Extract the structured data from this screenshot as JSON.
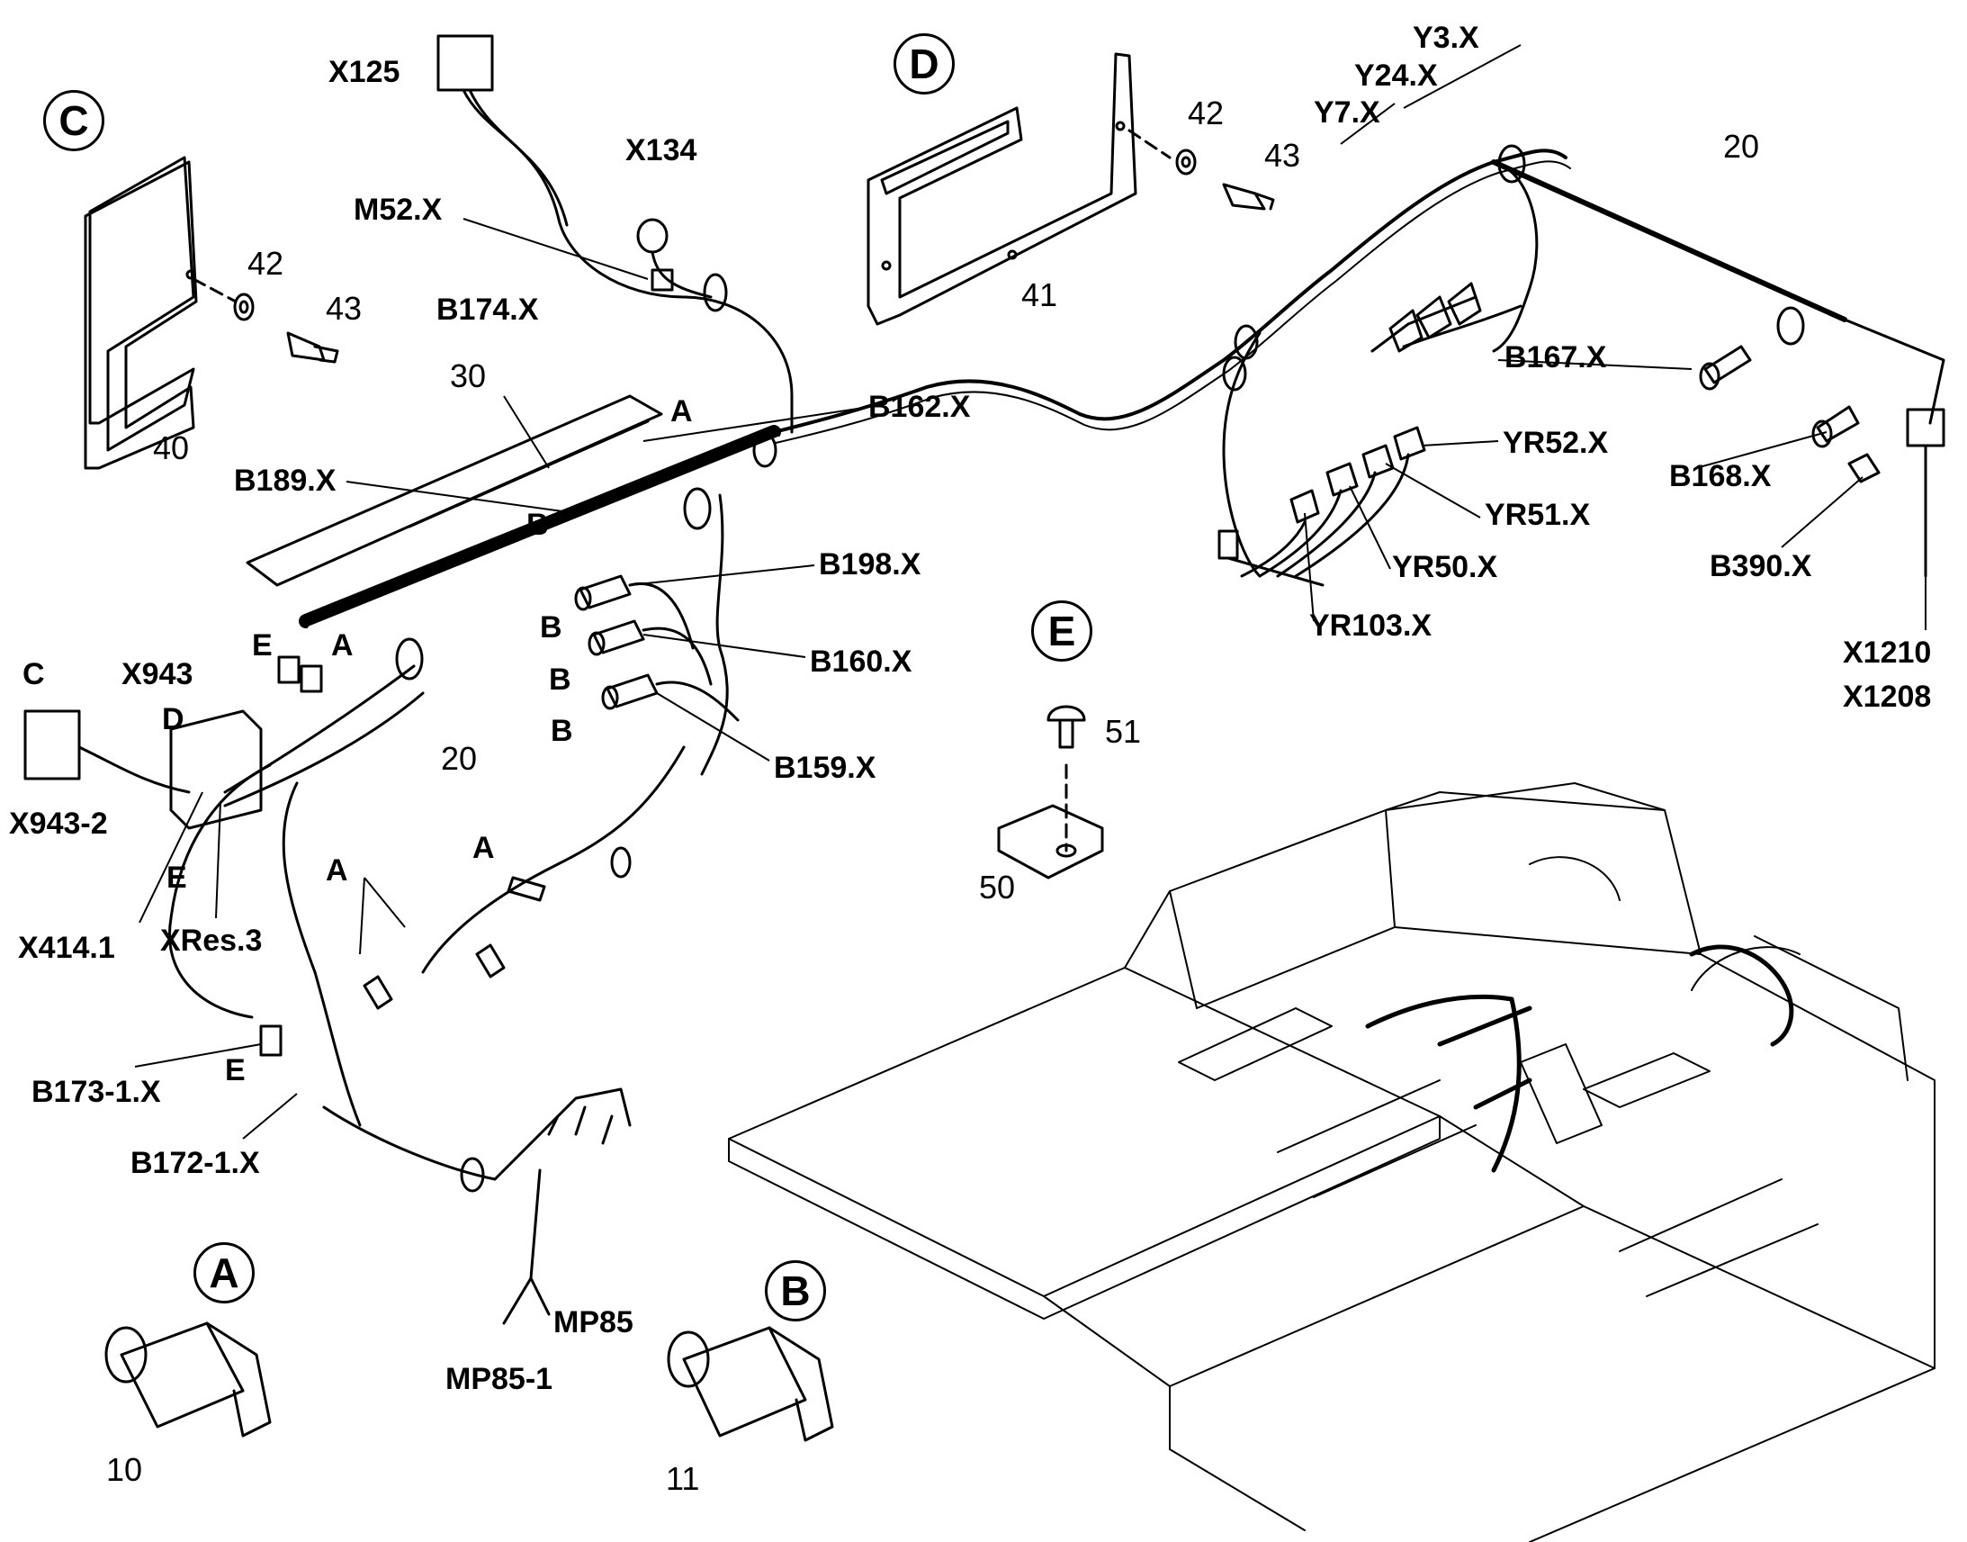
{
  "views": [
    "C",
    "D",
    "E",
    "A",
    "B"
  ],
  "items": {
    "i10": "10",
    "i11": "11",
    "i20a": "20",
    "i20b": "20",
    "i30": "30",
    "i40": "40",
    "i41": "41",
    "i42a": "42",
    "i42b": "42",
    "i43a": "43",
    "i43b": "43",
    "i50": "50",
    "i51": "51"
  },
  "connectors": {
    "x125": "X125",
    "x134": "X134",
    "m52": "M52.X",
    "b174": "B174.X",
    "b162": "B162.X",
    "b189": "B189.X",
    "b198": "B198.X",
    "b160": "B160.X",
    "b159": "B159.X",
    "y3": "Y3.X",
    "y24": "Y24.X",
    "y7": "Y7.X",
    "b167": "B167.X",
    "b168": "B168.X",
    "b390": "B390.X",
    "yr52": "YR52.X",
    "yr51": "YR51.X",
    "yr50": "YR50.X",
    "yr103": "YR103.X",
    "x1210": "X1210",
    "x1208": "X1208",
    "x943": "X943",
    "x943_2": "X943-2",
    "x414": "X414.1",
    "xres3": "XRes.3",
    "b173": "B173-1.X",
    "b172": "B172-1.X",
    "mp85": "MP85",
    "mp85_1": "MP85-1"
  },
  "refs": {
    "a1": "A",
    "a2": "A",
    "a3": "A",
    "a4": "A",
    "a5": "A",
    "b1": "B",
    "b2": "B",
    "b3": "B",
    "b4": "B",
    "b5": "B",
    "c1": "C",
    "d1": "D",
    "e1": "E",
    "e2": "E",
    "e3": "E"
  }
}
